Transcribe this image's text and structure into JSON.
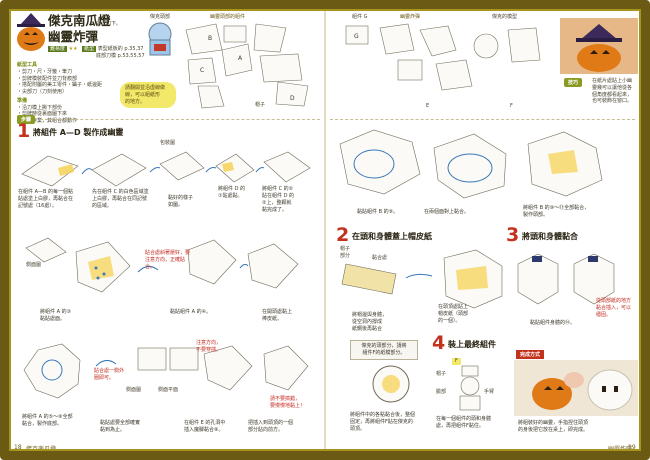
{
  "left": {
    "title_line1": "傑克南瓜燈",
    "title_line2": "幽靈炸彈",
    "subtitle": "做法如下。",
    "difficulty_label": "難易度",
    "difficulty_stars": "★★",
    "page_ref_label": "紙型",
    "page_ref_text": "表型紙板的 p.35,37",
    "page_ref_text2": "底部刀模 p.53,55,57",
    "materials_heading": "紙型工具",
    "materials_text": "・剪刀・尺・牙籤・筆刀\n・剪牌模裝配件並刀背痕部\n・搭配附屬的美工零件・鑷子・紙邊距\n・尖部刀（刀刻使用）",
    "notes_heading": "準備",
    "notes_text": "・沿刀模上撕下部份\n・剪牌時從裏面圖下來\n・剪紙作業，其組合都動作",
    "badge_text": "請翻開並沿虛線做\n線，可以組紙形\n的地方。",
    "top_label_a": "傑克頭部",
    "top_label_b": "幽靈頭部的組件",
    "top_label_c": "帽子",
    "section_bar": "步驟",
    "step1_num": "1",
    "step1_title": "將組件 A—D 製作成幽靈",
    "step1_sub": "包裝圖",
    "cap1": "在組件 A—B 的每一個點\n貼處塗上白膠，再黏合在\n記號處（16處）。",
    "cap2": "先在組件 C 的白色區域塗\n上白膠，再黏合在同記號\n的區域。",
    "cap3": "黏好的樣子\n如圖。",
    "cap4": "將組件 D 的\n①貼處黏。",
    "cap5": "將組件 C 的②\n貼在組件 D 的\n②上，整顆就\n黏完成了。",
    "cap6": "將組件 A 的③\n黏貼處面。",
    "note_red1": "貼合處斜著壓好，要\n注意方向，正確貼\n合。",
    "cap7": "黏貼組件 A 的④。",
    "cap8": "在開頭處黏上\n棒皮紙。",
    "note_red2": "貼合處一側外\n圈即可。",
    "cap9": "將組件 A 的⑤～⑧全部\n黏合，製作底部。",
    "box_a": "側面圖",
    "box_b": "側面平面",
    "cap10": "黏貼處要全部確實\n黏到為止。",
    "cap11": "在組件 E 的孔洞中\n插入魔腳黏合⑧。",
    "note_red3": "注意方向，\n不要穿插。",
    "note_red4": "請不要搞錯，\n要慢慢地黏上！",
    "cap12": "把插入到頭頂的一個\n部分貼向前方。",
    "page_number": "18",
    "page_footer": "傑克南瓜燈"
  },
  "right": {
    "top_label_a": "組件 G",
    "top_label_b": "幽靈炸彈",
    "top_label_c": "傑克的模型",
    "label_e": "E",
    "label_f": "F",
    "tip_heading": "技巧",
    "tip_text": "在紙片處貼上小幽\n靈幾可以讓他從各\n個角度都看起來，\n也可裝飾在窗口。",
    "cap1": "黏貼組件 B 的⑨。",
    "cap2": "在兩個面對上黏合。",
    "cap3": "將組件 B 的⑩～⑬全部黏合，\n製作頭部。",
    "step2_num": "2",
    "step2_title": "在頭和身體蓋上帽皮紙",
    "label_hat": "帽子\n部分",
    "label_mid": "黏合處",
    "cap4": "將帽邊與身體，\n從空洞內撐成\n紙鋼後再黏合",
    "cap5": "在頭頂處貼上\n帽皮紙（頭部\n的一個）。",
    "step3_num": "3",
    "step3_title": "將頭和身體黏合",
    "cap6": "黏貼組件身體的⑭。",
    "note_red1": "從頭部紙的地方\n黏合插入，可以\n穩固。",
    "step4_num": "4",
    "step4_title": "裝上最終組件",
    "bubble": "傑克的頭部分，請將\n組件F的紙模部分。",
    "cap7": "將組件中的各點黏合後，整個\n固定，再將組件F貼在傑克的\n頭頂。",
    "label_hat2": "帽子",
    "label_face": "臉部",
    "label_arm": "手臂",
    "cap8": "在每一個組件的頭和身體\n處，再把組件F黏住。",
    "fin_heading": "完成方式",
    "cap9": "將組裝好的幽靈，手指捏住頭頂\n的身後把它放在桌上，即完成。",
    "page_number": "19",
    "page_footer": "幽靈炸彈"
  },
  "colors": {
    "frame": "#6b5a14",
    "accent_green": "#8a9a22",
    "step_red": "#c2321d",
    "pumpkin": "#e07a16"
  }
}
